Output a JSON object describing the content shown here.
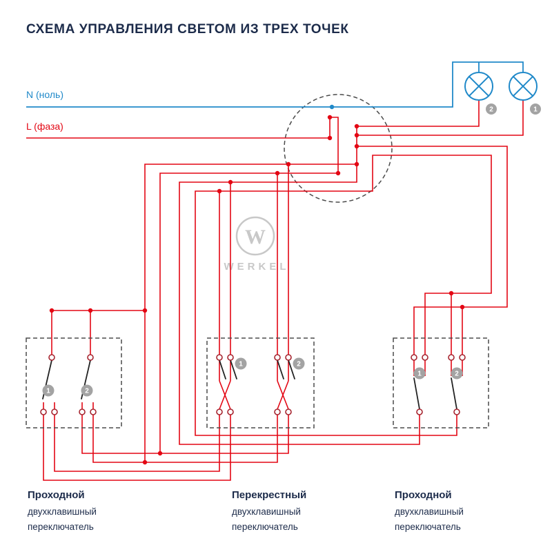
{
  "title": "СХЕМА УПРАВЛЕНИЯ СВЕТОМ ИЗ ТРЕХ ТОЧЕК",
  "colors": {
    "phase_red": "#e30613",
    "neutral_blue": "#2089c9",
    "text_navy": "#1c2b4a",
    "watermark_gray": "#c8c8c8",
    "badge_gray": "#a3a3a3",
    "terminal_red": "#a6242f",
    "lever_dark": "#222222",
    "outline_gray": "#4a4a4a"
  },
  "labels": {
    "neutral": "N (ноль)",
    "phase": "L (фаза)"
  },
  "lamps": [
    {
      "number": "2"
    },
    {
      "number": "1"
    }
  ],
  "watermark": {
    "monogram": "W",
    "brand": "WERKEL"
  },
  "switches": [
    {
      "badges": [
        "1",
        "2"
      ],
      "caption": {
        "title": "Проходной",
        "line2": "двухклавишный",
        "line3": "переключатель"
      }
    },
    {
      "badges": [
        "1",
        "2"
      ],
      "caption": {
        "title": "Перекрестный",
        "line2": "двухклавишный",
        "line3": "переключатель"
      }
    },
    {
      "badges": [
        "1",
        "2"
      ],
      "caption": {
        "title": "Проходной",
        "line2": "двухклавишный",
        "line3": "переключатель"
      }
    }
  ]
}
